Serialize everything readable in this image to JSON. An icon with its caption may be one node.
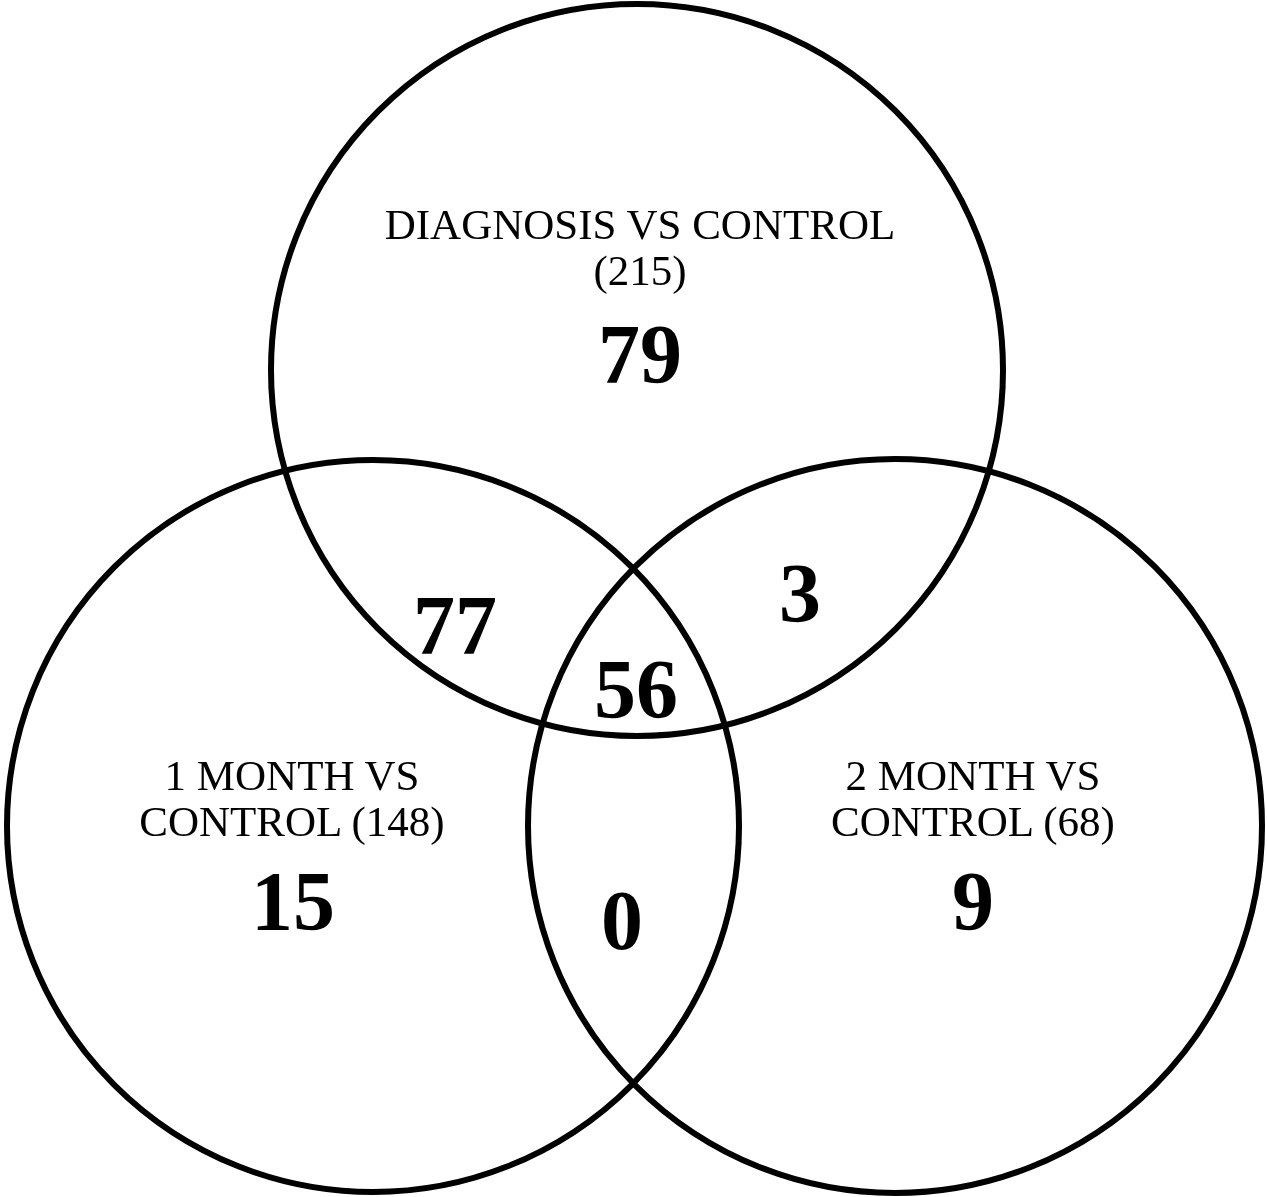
{
  "diagram": {
    "nodes": [
      {
        "text": [
          "DIAGNOSIS VS CONTROL (215)",
          "79"
        ]
      },
      {
        "text": [
          "1 MONTH VS CONTROL (148)",
          "15"
        ]
      },
      {
        "text": [
          "2 MONTH VS CONTROL (68)",
          "9"
        ]
      }
    ],
    "labels": [
      "77",
      "3",
      "56",
      "0"
    ]
  }
}
